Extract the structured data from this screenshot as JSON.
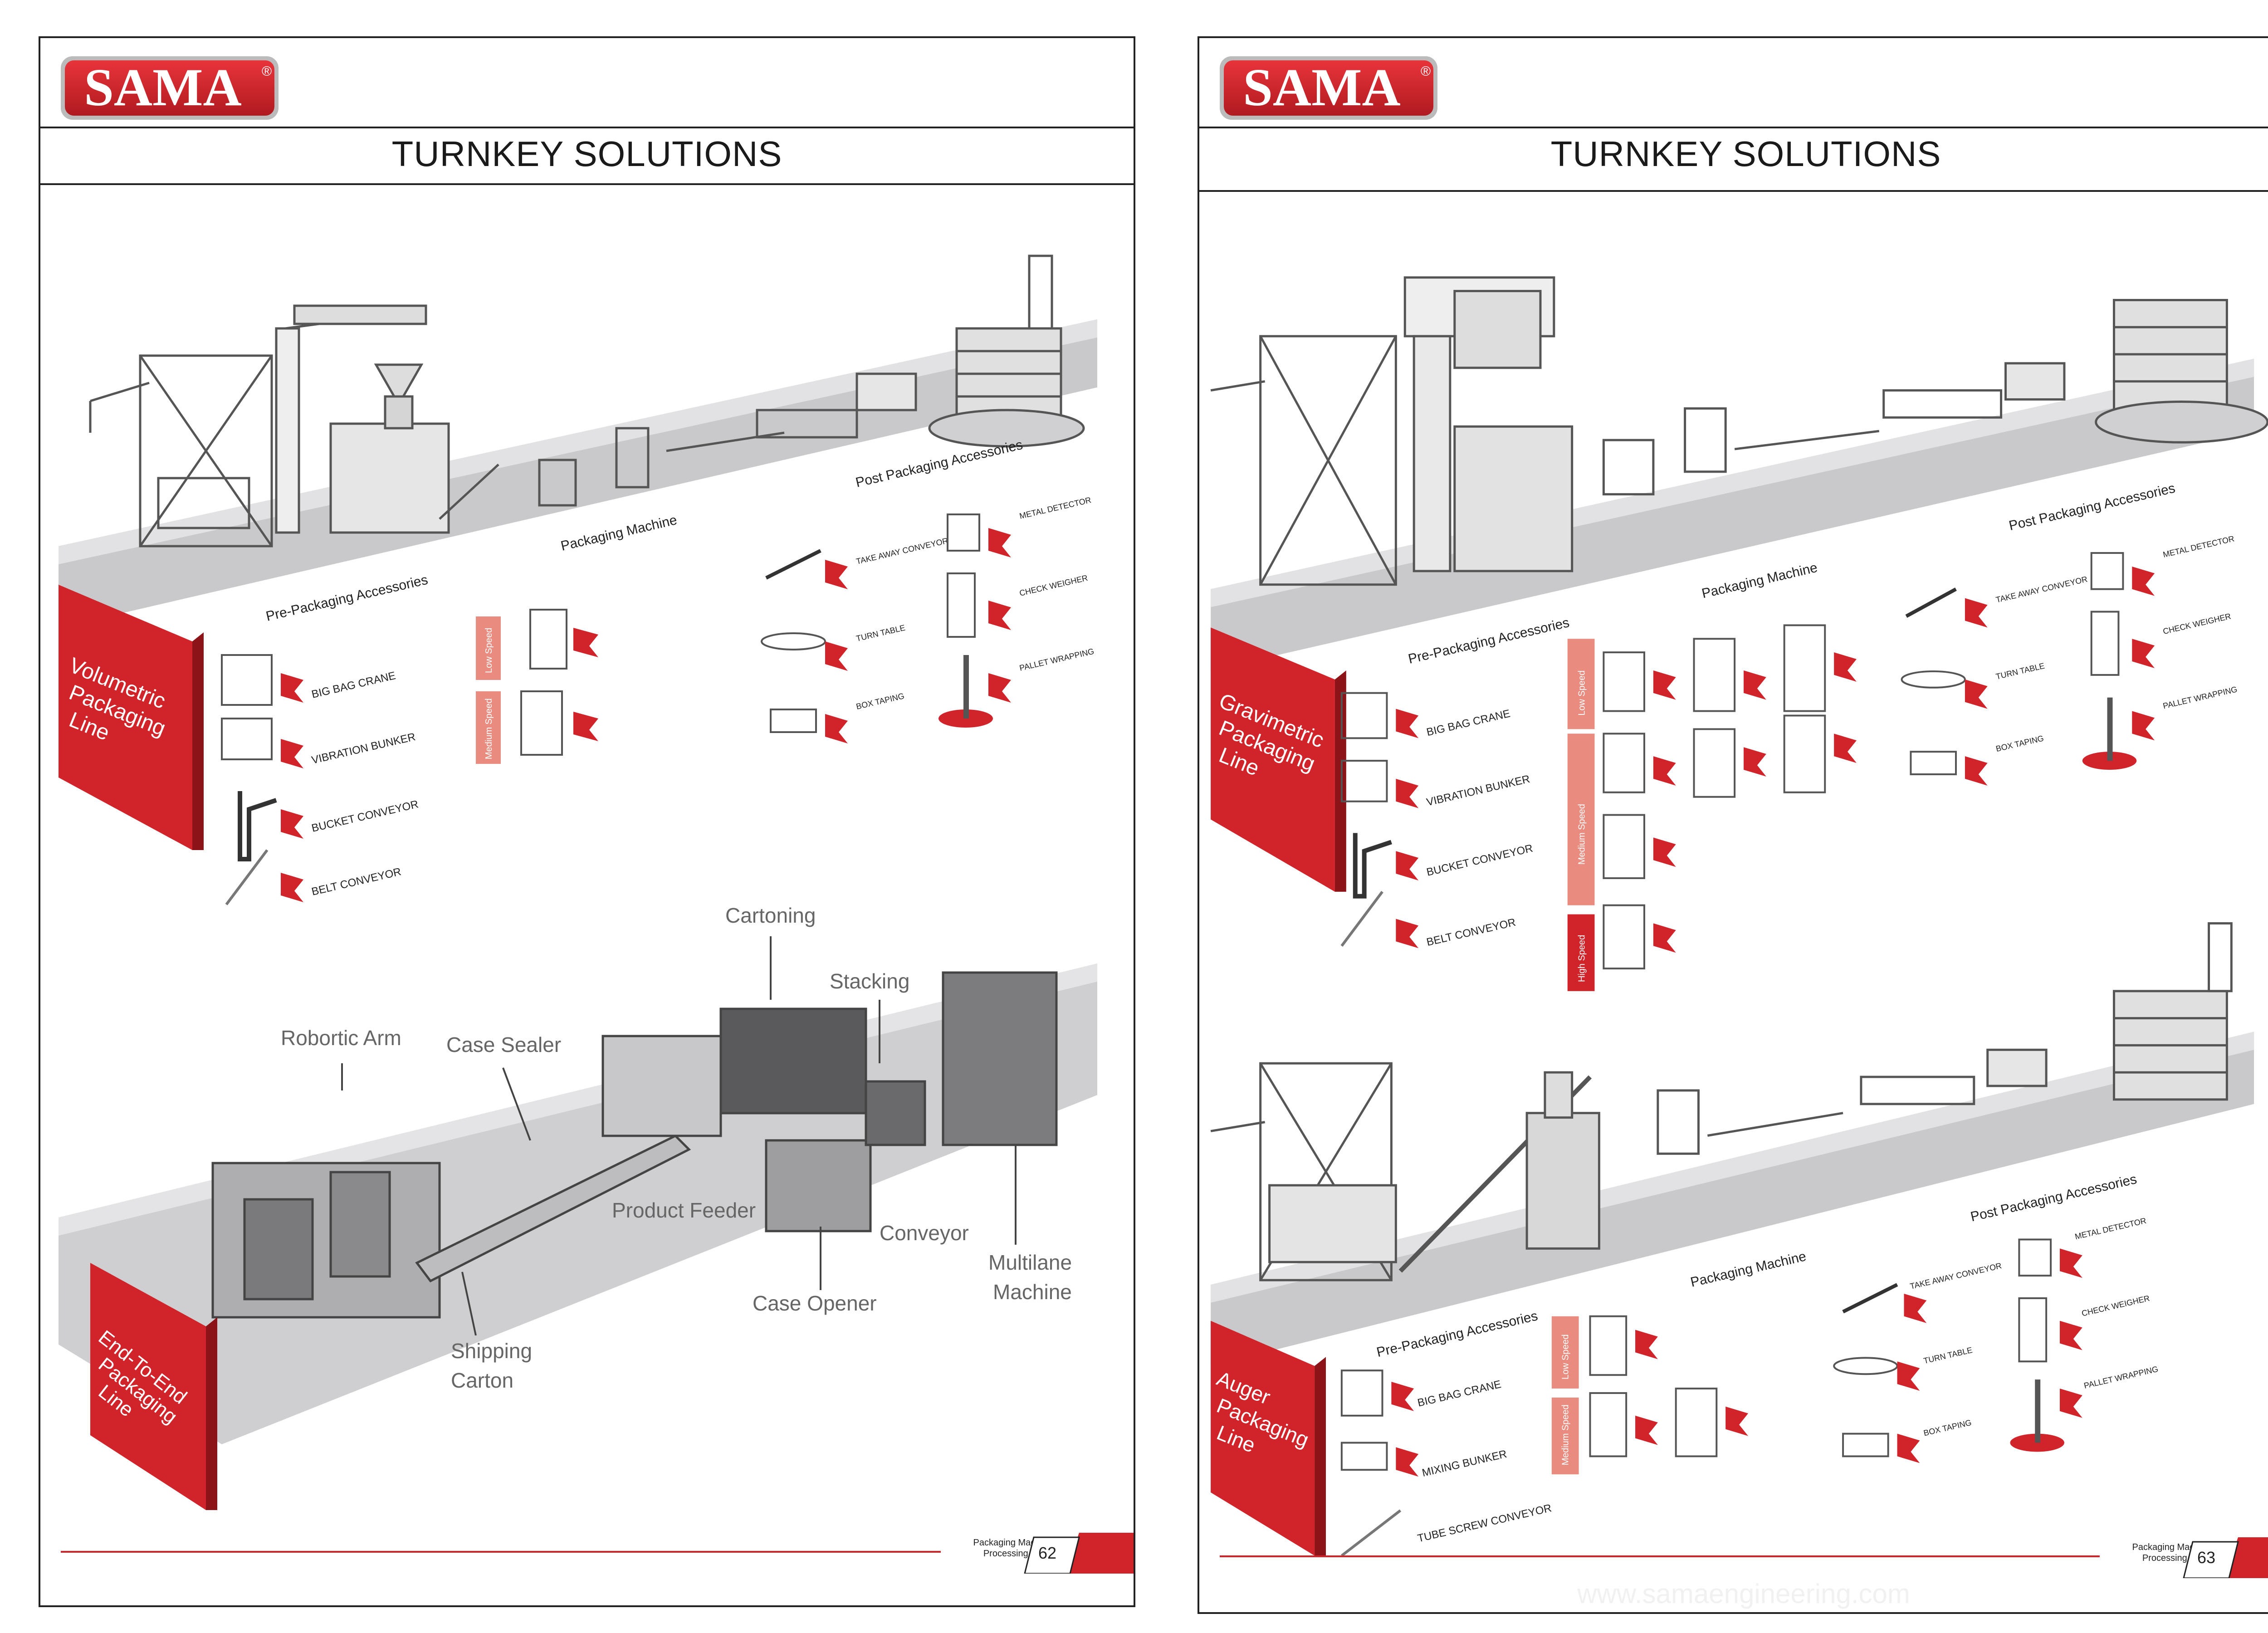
{
  "brand": {
    "name": "SAMA",
    "registered": "®",
    "color": "#d0232a"
  },
  "pages": [
    {
      "title": "TURNKEY SOLUTIONS",
      "footer": {
        "line1": "Packaging Machines &",
        "line2": "Processing Systems",
        "page_number": "62"
      },
      "lines": [
        {
          "banner": [
            "Volumetric",
            "Packaging",
            "Line"
          ],
          "sections": {
            "pre": "Pre-Packaging Accessories",
            "machine": "Packaging Machine",
            "post": "Post Packaging Accessories"
          },
          "pre_items": [
            "BIG BAG CRANE",
            "VIBRATION BUNKER",
            "BUCKET CONVEYOR",
            "BELT CONVEYOR"
          ],
          "speed_tags": [
            "Low Speed",
            "Medium Speed"
          ],
          "post_left": [
            "TAKE AWAY CONVEYOR",
            "TURN TABLE",
            "BOX TAPING"
          ],
          "post_right": [
            "METAL DETECTOR",
            "CHECK WEIGHER",
            "PALLET WRAPPING"
          ]
        },
        {
          "banner": [
            "End-To-End",
            "Packaging",
            "Line"
          ],
          "callouts": {
            "cartoning": "Cartoning",
            "stacking": "Stacking",
            "robotic_arm": "Robortic Arm",
            "case_sealer": "Case Sealer",
            "product_feeder": "Product Feeder",
            "conveyor": "Conveyor",
            "multilane_1": "Multilane",
            "multilane_2": "Machine",
            "case_opener": "Case Opener",
            "shipping_1": "Shipping",
            "shipping_2": "Carton"
          }
        }
      ]
    },
    {
      "title": "TURNKEY SOLUTIONS",
      "footer": {
        "line1": "Packaging Machines &",
        "line2": "Processing Systems",
        "page_number": "63",
        "website": "www.samaengineering.com"
      },
      "lines": [
        {
          "banner": [
            "Gravimetric",
            "Packaging",
            "Line"
          ],
          "sections": {
            "pre": "Pre-Packaging Accessories",
            "machine": "Packaging Machine",
            "post": "Post Packaging Accessories"
          },
          "pre_items": [
            "BIG BAG CRANE",
            "VIBRATION BUNKER",
            "BUCKET CONVEYOR",
            "BELT CONVEYOR"
          ],
          "speed_tags": [
            "Low Speed",
            "Medium Speed",
            "High Speed"
          ],
          "post_left": [
            "TAKE AWAY CONVEYOR",
            "TURN TABLE",
            "BOX TAPING"
          ],
          "post_right": [
            "METAL DETECTOR",
            "CHECK WEIGHER",
            "PALLET WRAPPING"
          ]
        },
        {
          "banner": [
            "Auger",
            "Packaging",
            "Line"
          ],
          "sections": {
            "pre": "Pre-Packaging Accessories",
            "machine": "Packaging Machine",
            "post": "Post Packaging Accessories"
          },
          "pre_items": [
            "BIG BAG CRANE",
            "MIXING BUNKER",
            "TUBE SCREW CONVEYOR"
          ],
          "speed_tags": [
            "Low Speed",
            "Medium Speed"
          ],
          "post_left": [
            "TAKE AWAY CONVEYOR",
            "TURN TABLE",
            "BOX TAPING"
          ],
          "post_right": [
            "METAL DETECTOR",
            "CHECK WEIGHER",
            "PALLET WRAPPING"
          ]
        }
      ]
    }
  ]
}
